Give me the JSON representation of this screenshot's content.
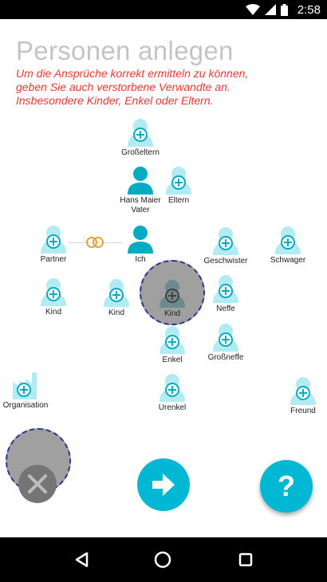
{
  "status_bar": {
    "time": "2:58",
    "icons": [
      "wifi-icon",
      "signal-icon",
      "battery-icon"
    ]
  },
  "header": {
    "title": "Personen anlegen",
    "subtitle": "Um die Ansprüche korrekt ermitteln zu können, geben Sie auch verstorbene Verwandte an. Insbesondere Kinder, Enkel oder Eltern."
  },
  "nodes": {
    "grosseltern": {
      "label": "Großeltern",
      "icon": "add-person-icon"
    },
    "vater": {
      "name": "Hans Maier",
      "label": "Vater",
      "icon": "person-icon"
    },
    "eltern": {
      "label": "Eltern",
      "icon": "add-person-icon"
    },
    "partner": {
      "label": "Partner",
      "icon": "add-person-icon"
    },
    "ich": {
      "label": "Ich",
      "icon": "person-icon"
    },
    "geschwister": {
      "label": "Geschwister",
      "icon": "add-person-icon"
    },
    "schwager": {
      "label": "Schwager",
      "icon": "add-person-icon"
    },
    "kind1": {
      "label": "Kind",
      "icon": "add-person-icon"
    },
    "kind2": {
      "label": "Kind",
      "icon": "add-person-icon"
    },
    "kind3": {
      "label": "Kind",
      "icon": "add-person-icon"
    },
    "neffe": {
      "label": "Neffe",
      "icon": "add-person-icon"
    },
    "enkel": {
      "label": "Enkel",
      "icon": "add-person-icon"
    },
    "grossneffe": {
      "label": "Großneffe",
      "icon": "add-person-icon"
    },
    "organisation": {
      "label": "Organisation",
      "icon": "add-organisation-icon"
    },
    "urenkel": {
      "label": "Urenkel",
      "icon": "add-person-icon"
    },
    "freund": {
      "label": "Freund",
      "icon": "add-person-icon"
    }
  },
  "actions": {
    "next": "arrow-right-icon",
    "help": "?",
    "delete": "close-icon"
  },
  "colors": {
    "accent": "#00b8d4",
    "person_light": "#b2ebf2",
    "person_dark": "#00acc1",
    "subtitle": "#e53935",
    "rings": "#e6a23c",
    "drag_border": "#283593"
  },
  "nav_bar": [
    "back-icon",
    "home-icon",
    "recents-icon"
  ]
}
